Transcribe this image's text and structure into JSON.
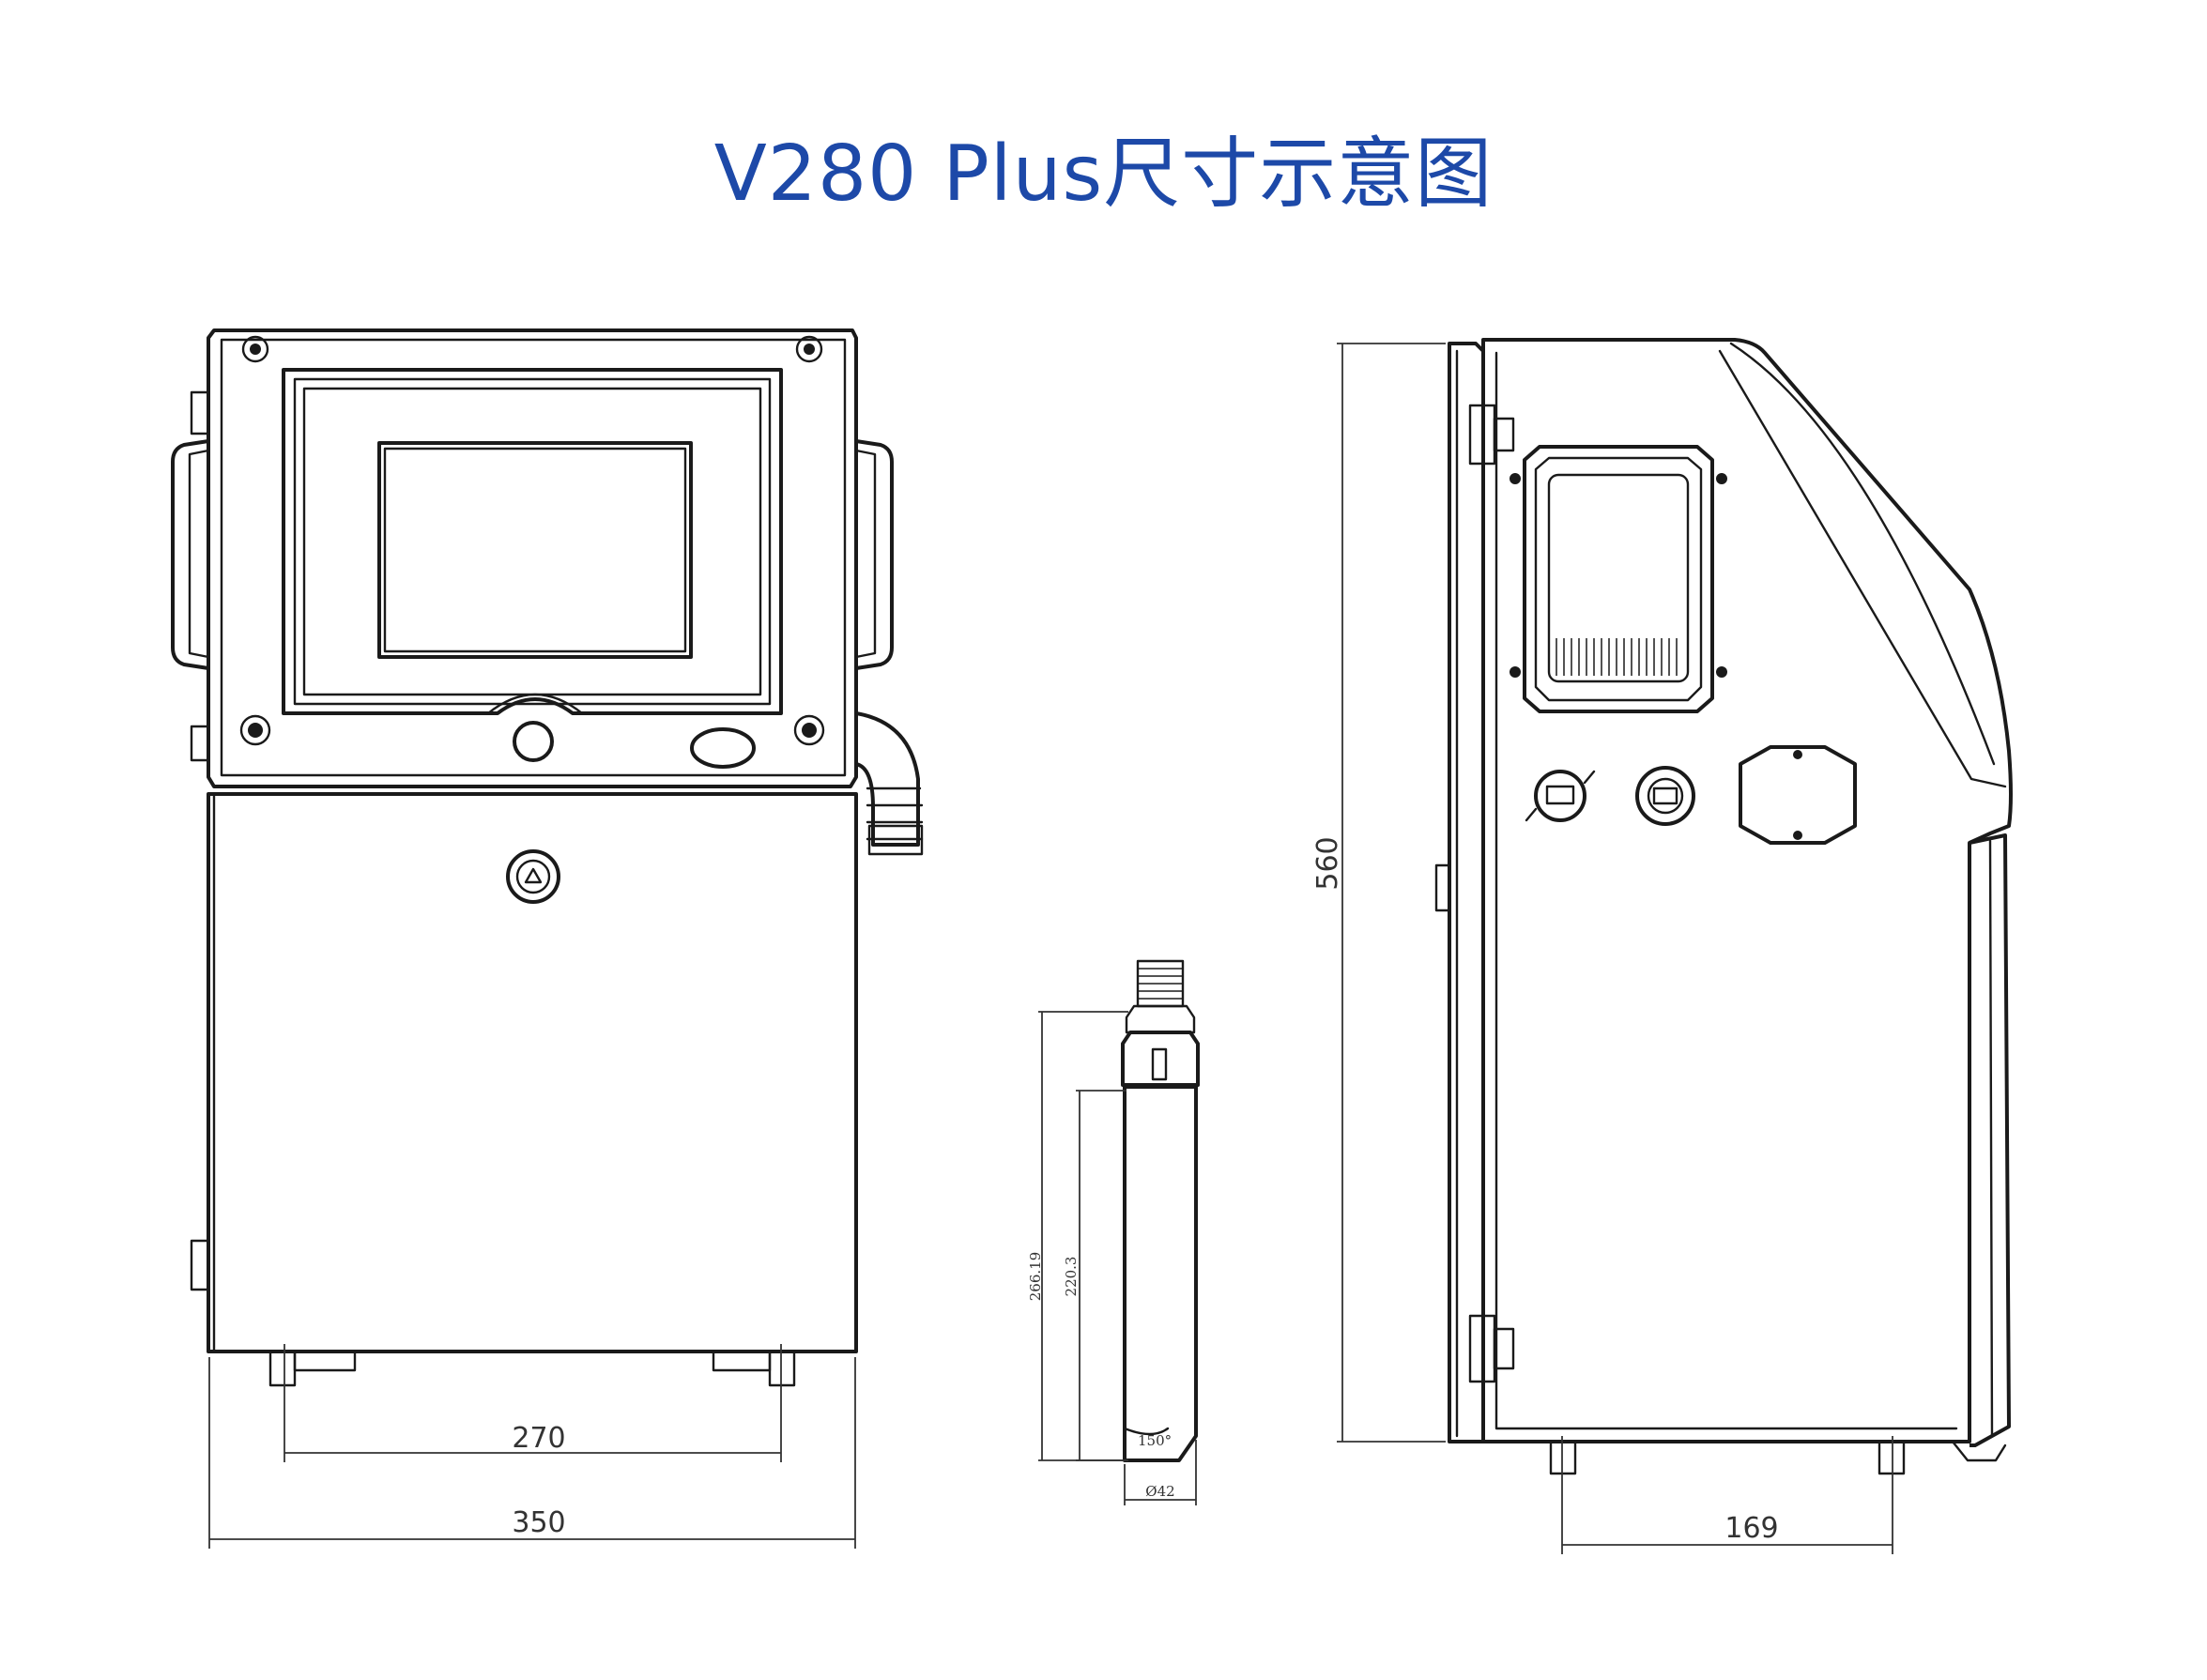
{
  "title": "V280 Plus尺寸示意图",
  "dimensions": {
    "front_foot_spacing": "270",
    "front_width": "350",
    "side_height": "560",
    "side_foot_spacing": "169",
    "printhead_total_length": "266.19",
    "printhead_body_length": "220.3",
    "printhead_tip_angle": "150°",
    "printhead_diameter": "Ø42"
  }
}
